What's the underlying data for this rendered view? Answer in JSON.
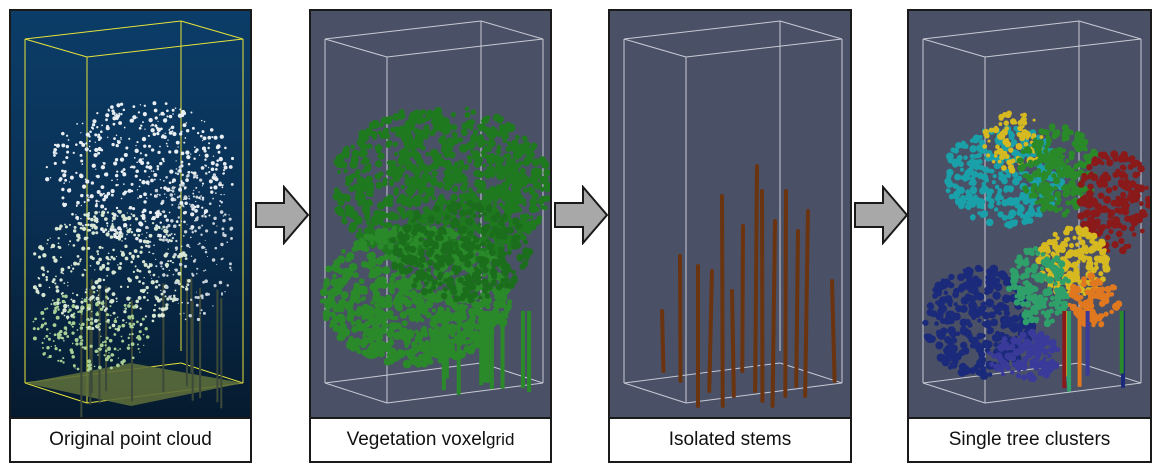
{
  "panels": [
    {
      "caption": "Original point cloud"
    },
    {
      "caption_main": "Vegetation voxel",
      "caption_small": " grid"
    },
    {
      "caption": "Isolated stems"
    },
    {
      "caption": "Single tree clusters"
    }
  ],
  "colors": {
    "point_cloud_bg": "#0a3156",
    "render_bg": "#4a5066",
    "bbox_yellow": "#e6e23a",
    "bbox_light": "#c8cad4",
    "vegetation_green": "#1f7a1f",
    "stem_brown": "#6b3410",
    "arrow_fill": "#a8a8a8",
    "cluster_palette": [
      "#1b2a7a",
      "#1aa0a8",
      "#d6b820",
      "#2a8a2a",
      "#8a1a1a",
      "#e07820",
      "#3a3a9a",
      "#2fa06a"
    ]
  }
}
